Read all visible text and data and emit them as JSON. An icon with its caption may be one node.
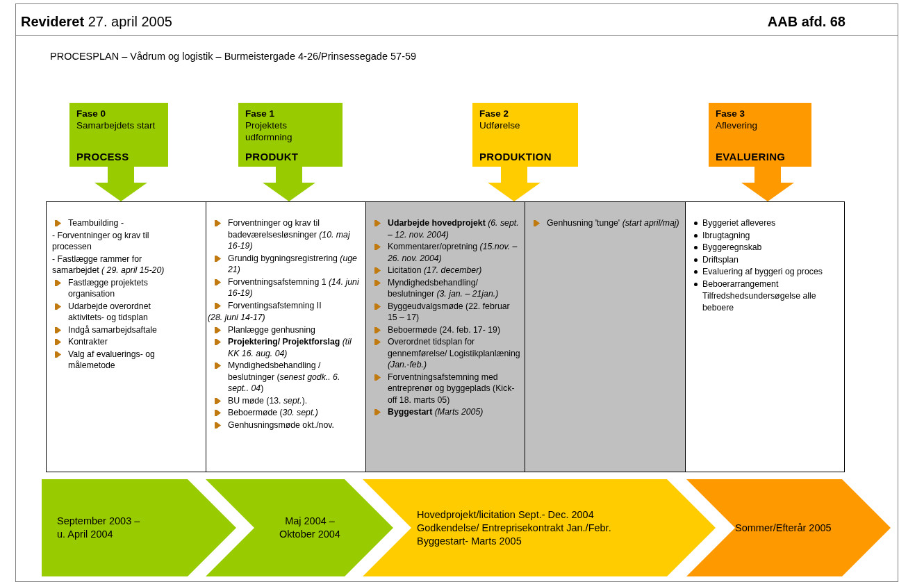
{
  "diagram": {
    "title": "**Revideret** 27. april 2005",
    "nodes": [
      {
        "text": [
          "Fase 0",
          "Samarbejdets start",
          "PROCESS"
        ]
      },
      {
        "text": [
          "Fase 1",
          "Projektets udformning",
          "PRODUKT"
        ]
      },
      {
        "text": [
          "Fase 2",
          "Udførelse",
          "PRODUKTION"
        ]
      },
      {
        "text": [
          "Fase 3",
          "Aflevering",
          "EVALUERING"
        ]
      },
      {
        "text": [
          "Teambuilding -",
          "- Forventninger og krav til processen",
          "- Fastlægge rammer for samarbejdet *( 29. april 15-20)*",
          "Fastlægge projektets organisation",
          "Udarbejde overordnet aktivitets- og tidsplan",
          "Indgå samarbejdsaftale",
          "Kontrakter",
          "Valg af evaluerings- og målemetode"
        ]
      },
      {
        "text": [
          "Forventninger og krav til badeværelsesløsninger *(10. maj 16-19)*",
          "Grundig bygningsregistrering *(uge 21)*",
          "Forventningsafstemning 1 *(14. juni 16-19)*",
          "Forventingsafstemning II",
          "(28. juni 14-17)",
          "Planlægge genhusning",
          "**Projektering/ Projektforslag** *(til KK 16. aug. 04)*",
          "Myndighedsbehandling / beslutninger (*senest godk.. 6. sept.. 04*)",
          "BU møde (13. *sept.*).",
          "Beboermøde (*30. sept.)*",
          "Genhusningsmøde okt./nov."
        ]
      },
      {
        "text": [
          "**Udarbejde hovedprojekt** *(6. sept. – 12. nov. 2004)*",
          "Kommentarer/opretning *(15.nov. – 26. nov. 2004)*",
          "Licitation *(17. december)*",
          "Myndighedsbehandling/ beslutninger *(3. jan. – 21jan.)*",
          "Byggeudvalgsmøde (22. februar 15 – 17)",
          "Beboermøde (24. feb. 17- 19)",
          "Overordnet tidsplan for gennemførelse/ Logistikplanlæning *(Jan.-feb.)*",
          "Forventningsafstemning med entreprenør og byggeplads (Kick-off 18. marts 05)",
          "**Byggestart** *(Marts 2005)*"
        ]
      },
      {
        "text": [
          "Genhusning 'tunge' *(start april/maj)*"
        ]
      },
      {
        "text": [
          "Byggeriet afleveres",
          "Ibrugtagning",
          "Byggeregnskab",
          "Driftsplan",
          "Evaluering af byggeri og proces",
          "Beboerarrangement",
          "Tilfredshedsundersøgelse alle beboere"
        ]
      },
      {
        "text": [
          "September 2003 – u. April 2004"
        ]
      },
      {
        "text": [
          "Maj 2004 – Oktober 2004"
        ]
      },
      {
        "text": [
          "Hovedprojekt/licitation Sept.- Dec. 2004",
          "Godkendelse/ Entreprisekontrakt Jan./Febr.",
          "Byggestart- Marts 2005"
        ]
      },
      {
        "text": [
          "Sommer/Efterår 2005"
        ]
      }
    ],
    "edges": [
      {
        "from": 0,
        "to": 4,
        "arrow": "to"
      },
      {
        "from": 1,
        "to": 5,
        "arrow": "to"
      },
      {
        "from": 2,
        "to": 6,
        "arrow": "to"
      },
      {
        "from": 3,
        "to": 8,
        "arrow": "to"
      }
    ],
    "labels": [
      "AAB afd. 68",
      "PROCESPLAN – Vådrum og logistik – Burmeistergade 4-26/Prinsessegade 57-59"
    ]
  }
}
